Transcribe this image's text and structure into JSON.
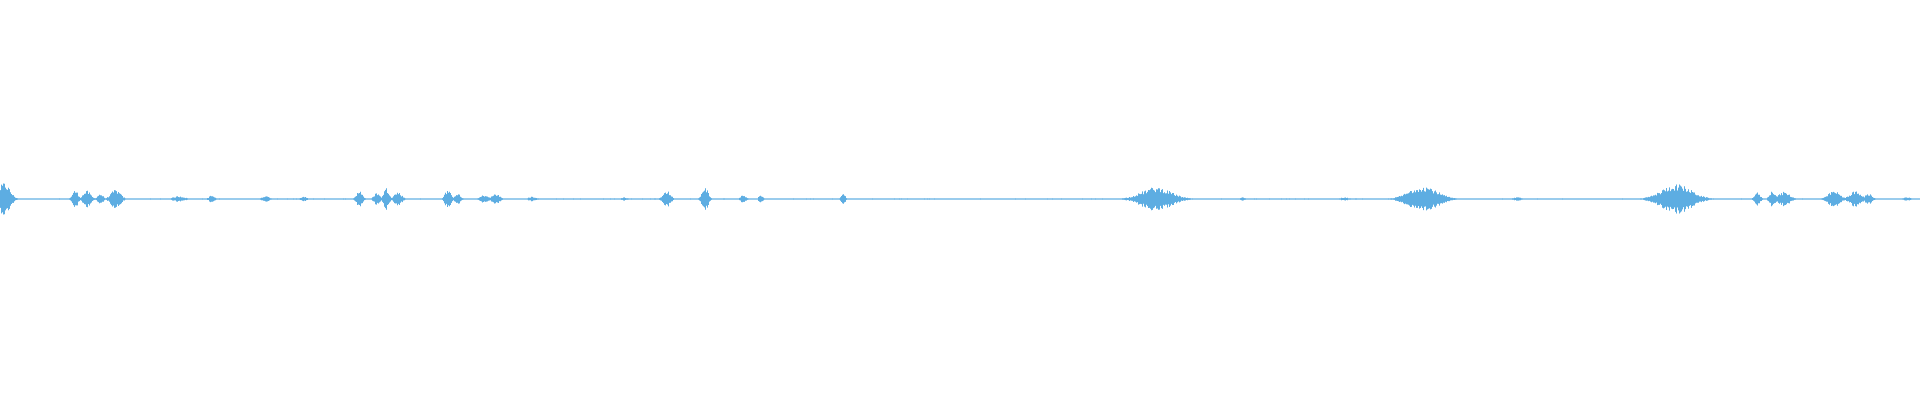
{
  "waveform": {
    "color": "#5dade2",
    "background": "#ffffff",
    "duration_fraction_note": "",
    "bursts": [
      {
        "t": 0.002,
        "amp": 0.55,
        "width": 0.006
      },
      {
        "t": 0.039,
        "amp": 0.3,
        "width": 0.003
      },
      {
        "t": 0.045,
        "amp": 0.28,
        "width": 0.004
      },
      {
        "t": 0.052,
        "amp": 0.18,
        "width": 0.003
      },
      {
        "t": 0.06,
        "amp": 0.32,
        "width": 0.005
      },
      {
        "t": 0.093,
        "amp": 0.1,
        "width": 0.006
      },
      {
        "t": 0.11,
        "amp": 0.12,
        "width": 0.003
      },
      {
        "t": 0.138,
        "amp": 0.1,
        "width": 0.004
      },
      {
        "t": 0.158,
        "amp": 0.08,
        "width": 0.003
      },
      {
        "t": 0.187,
        "amp": 0.3,
        "width": 0.003
      },
      {
        "t": 0.196,
        "amp": 0.22,
        "width": 0.003
      },
      {
        "t": 0.201,
        "amp": 0.38,
        "width": 0.003
      },
      {
        "t": 0.207,
        "amp": 0.24,
        "width": 0.004
      },
      {
        "t": 0.233,
        "amp": 0.32,
        "width": 0.003
      },
      {
        "t": 0.238,
        "amp": 0.2,
        "width": 0.003
      },
      {
        "t": 0.252,
        "amp": 0.14,
        "width": 0.004
      },
      {
        "t": 0.258,
        "amp": 0.18,
        "width": 0.004
      },
      {
        "t": 0.277,
        "amp": 0.08,
        "width": 0.004
      },
      {
        "t": 0.325,
        "amp": 0.06,
        "width": 0.003
      },
      {
        "t": 0.347,
        "amp": 0.28,
        "width": 0.004
      },
      {
        "t": 0.367,
        "amp": 0.45,
        "width": 0.003
      },
      {
        "t": 0.387,
        "amp": 0.14,
        "width": 0.003
      },
      {
        "t": 0.396,
        "amp": 0.16,
        "width": 0.002
      },
      {
        "t": 0.439,
        "amp": 0.2,
        "width": 0.002
      },
      {
        "t": 0.602,
        "amp": 0.4,
        "width": 0.016
      },
      {
        "t": 0.647,
        "amp": 0.06,
        "width": 0.003
      },
      {
        "t": 0.7,
        "amp": 0.06,
        "width": 0.004
      },
      {
        "t": 0.741,
        "amp": 0.45,
        "width": 0.015
      },
      {
        "t": 0.79,
        "amp": 0.06,
        "width": 0.004
      },
      {
        "t": 0.873,
        "amp": 0.5,
        "width": 0.016
      },
      {
        "t": 0.915,
        "amp": 0.22,
        "width": 0.003
      },
      {
        "t": 0.923,
        "amp": 0.3,
        "width": 0.003
      },
      {
        "t": 0.929,
        "amp": 0.24,
        "width": 0.006
      },
      {
        "t": 0.955,
        "amp": 0.28,
        "width": 0.006
      },
      {
        "t": 0.966,
        "amp": 0.26,
        "width": 0.006
      },
      {
        "t": 0.973,
        "amp": 0.18,
        "width": 0.004
      },
      {
        "t": 0.993,
        "amp": 0.06,
        "width": 0.004
      }
    ],
    "noise_floor": 0.015
  }
}
